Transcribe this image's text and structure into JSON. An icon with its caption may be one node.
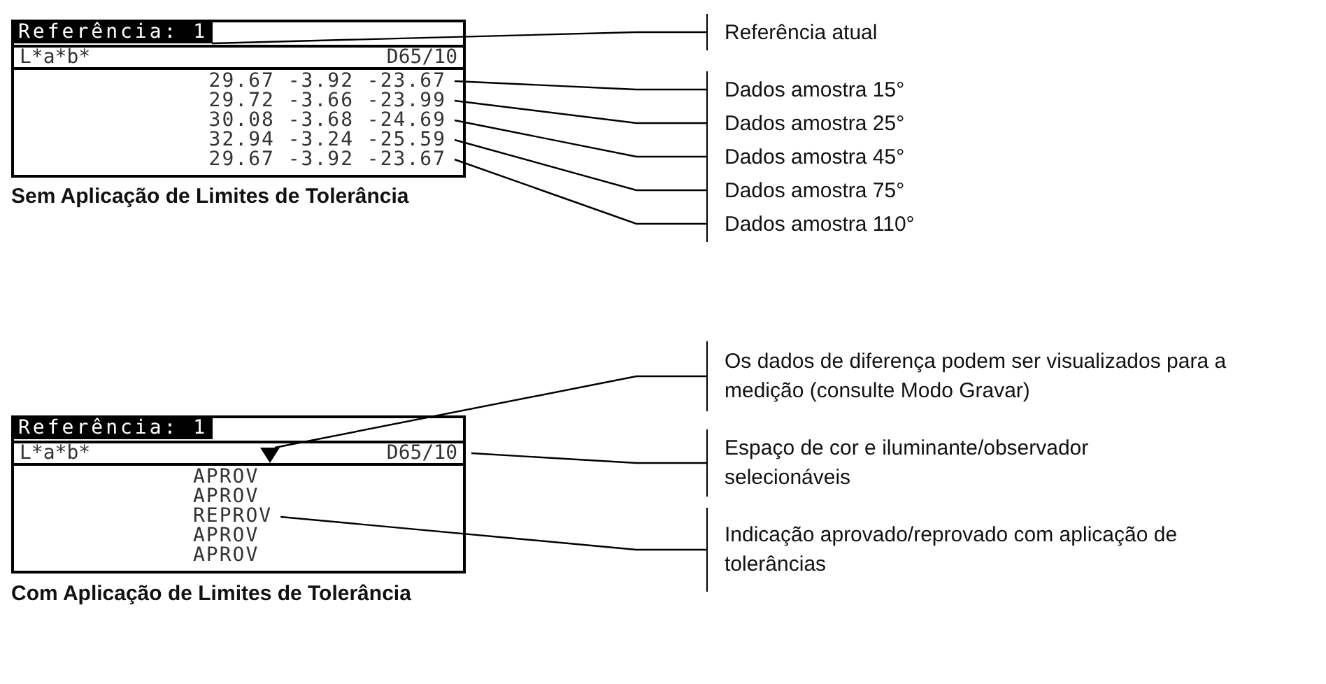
{
  "diagram": {
    "nodes": [
      {
        "text": [],
        "shape": "box",
        "beside": [
          "Sem Aplicação de Limites de Tolerância"
        ]
      },
      {
        "text": [
          "Referência: 1"
        ],
        "in": 0
      },
      {
        "text": [
          "L*a*b*",
          "D65/10"
        ],
        "in": 0
      },
      {
        "text": [
          "29.67 -3.92 -23.67"
        ],
        "in": 0
      },
      {
        "text": [
          "29.72 -3.66 -23.99"
        ],
        "in": 0
      },
      {
        "text": [
          "30.08 -3.68 -24.69"
        ],
        "in": 0
      },
      {
        "text": [
          "32.94 -3.24 -25.59"
        ],
        "in": 0
      },
      {
        "text": [
          "29.67 -3.92 -23.67"
        ],
        "in": 0
      },
      {
        "text": [
          "Referência atual"
        ]
      },
      {
        "text": [
          "Dados amostra 15°"
        ]
      },
      {
        "text": [
          "Dados amostra 25°"
        ]
      },
      {
        "text": [
          "Dados amostra 45°"
        ]
      },
      {
        "text": [
          "Dados amostra 75°"
        ]
      },
      {
        "text": [
          "Dados amostra 110°"
        ]
      },
      {
        "text": [],
        "shape": "box",
        "beside": [
          "Com Aplicação de Limites de Tolerância"
        ]
      },
      {
        "text": [
          "Referência: 1"
        ],
        "in": 14
      },
      {
        "text": [
          "L*a*b*",
          "D65/10"
        ],
        "in": 14
      },
      {
        "text": [],
        "shape": "triangle",
        "in": 16
      },
      {
        "text": [
          "APROV"
        ],
        "in": 14
      },
      {
        "text": [
          "APROV"
        ],
        "in": 14
      },
      {
        "text": [
          "REPROV"
        ],
        "in": 14
      },
      {
        "text": [
          "APROV"
        ],
        "in": 14
      },
      {
        "text": [
          "APROV"
        ],
        "in": 14
      },
      {
        "text": [
          "Os dados de diferença podem ser visualizados para a medição (consulte Modo Gravar)"
        ]
      },
      {
        "text": [
          "Espaço de cor e iluminante/observador selecionáveis"
        ]
      },
      {
        "text": [
          "Indicação aprovado/reprovado com aplicação de tolerâncias"
        ]
      }
    ],
    "edges": [
      {
        "from": 8,
        "to": 1,
        "arrow": "none"
      },
      {
        "from": 9,
        "to": 3,
        "arrow": "none"
      },
      {
        "from": 10,
        "to": 4,
        "arrow": "none"
      },
      {
        "from": 11,
        "to": 5,
        "arrow": "none"
      },
      {
        "from": 12,
        "to": 6,
        "arrow": "none"
      },
      {
        "from": 13,
        "to": 7,
        "arrow": "none"
      },
      {
        "from": 23,
        "to": 17,
        "arrow": "none"
      },
      {
        "from": 24,
        "to": 16,
        "arrow": "none"
      },
      {
        "from": 25,
        "to": 20,
        "arrow": "none"
      }
    ]
  }
}
